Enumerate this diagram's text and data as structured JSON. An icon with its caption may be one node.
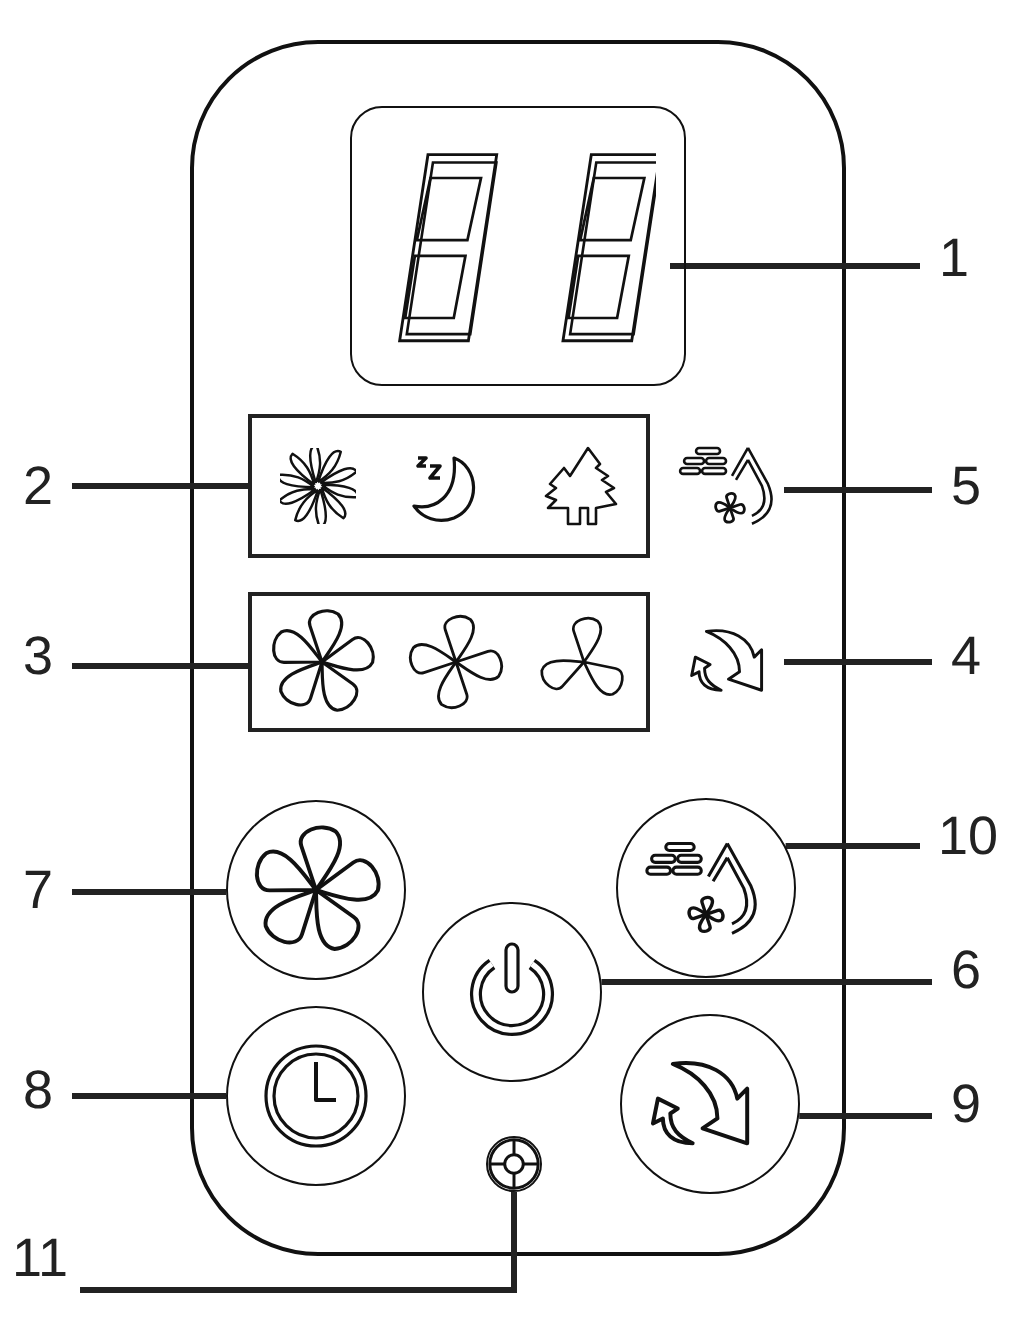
{
  "diagram": {
    "nodes": [
      {
        "text": [
          "1"
        ]
      },
      {
        "text": [],
        "shape": "box"
      },
      {
        "text": [
          "2"
        ]
      },
      {
        "text": [],
        "shape": "box"
      },
      {
        "text": [
          "5"
        ]
      },
      {
        "text": [],
        "shape": "picture"
      },
      {
        "text": [
          "3"
        ]
      },
      {
        "text": [],
        "shape": "box"
      },
      {
        "text": [
          "4"
        ]
      },
      {
        "text": [],
        "shape": "picture"
      },
      {
        "text": [
          "7"
        ]
      },
      {
        "text": [],
        "shape": "circle"
      },
      {
        "text": [
          "10"
        ]
      },
      {
        "text": [],
        "shape": "circle"
      },
      {
        "text": [
          "6"
        ]
      },
      {
        "text": [],
        "shape": "circle"
      },
      {
        "text": [
          "8"
        ]
      },
      {
        "text": [],
        "shape": "circle"
      },
      {
        "text": [
          "9"
        ]
      },
      {
        "text": [],
        "shape": "circle"
      },
      {
        "text": [
          "11"
        ]
      },
      {
        "text": [],
        "shape": "circle"
      }
    ],
    "edges": [
      {
        "from": 0,
        "to": 1,
        "arrow": "none"
      },
      {
        "from": 2,
        "to": 3,
        "arrow": "none"
      },
      {
        "from": 4,
        "to": 5,
        "arrow": "none"
      },
      {
        "from": 6,
        "to": 7,
        "arrow": "none"
      },
      {
        "from": 8,
        "to": 9,
        "arrow": "none"
      },
      {
        "from": 10,
        "to": 11,
        "arrow": "none"
      },
      {
        "from": 12,
        "to": 13,
        "arrow": "none"
      },
      {
        "from": 14,
        "to": 15,
        "arrow": "none"
      },
      {
        "from": 16,
        "to": 17,
        "arrow": "none"
      },
      {
        "from": 18,
        "to": 19,
        "arrow": "none"
      },
      {
        "from": 20,
        "to": 21,
        "arrow": "none"
      }
    ]
  }
}
